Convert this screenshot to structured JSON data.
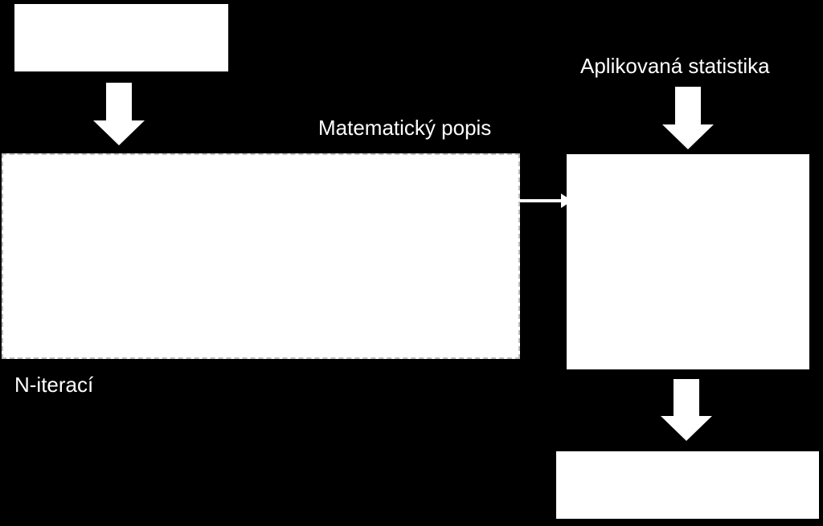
{
  "diagram": {
    "background_color": "#000000",
    "box_color": "#ffffff",
    "labels": {
      "math_description": "Matematický popis",
      "applied_statistics": "Aplikovaná statistika",
      "n_iterations": "N-iterací"
    },
    "boxes": {
      "top_left": "",
      "main_process": "",
      "statistics_box": "",
      "bottom_right": ""
    }
  }
}
